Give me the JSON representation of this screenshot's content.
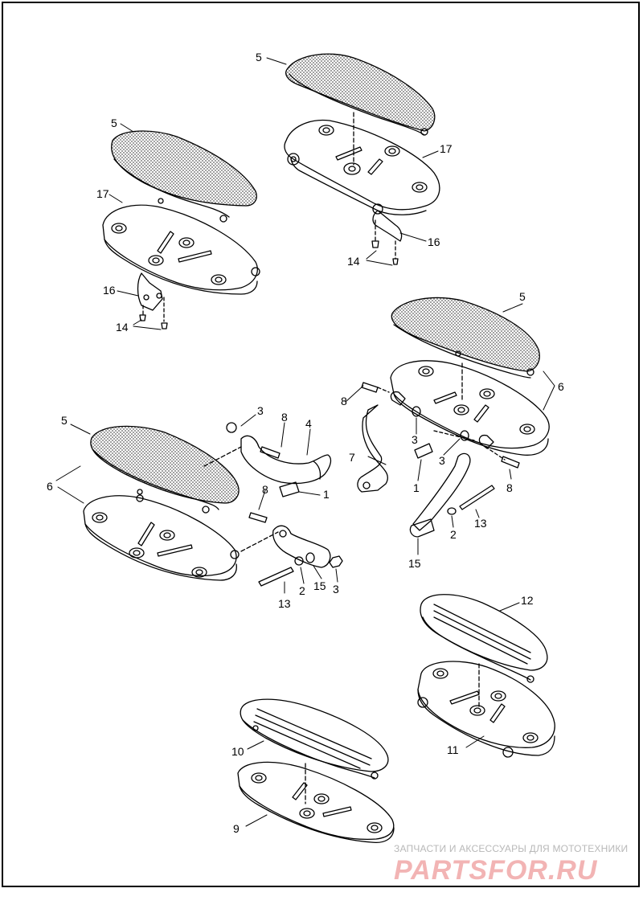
{
  "diagram": {
    "callouts": {
      "c1": "5",
      "c2": "5",
      "c3": "17",
      "c4": "17",
      "c5": "16",
      "c6": "16",
      "c7": "14",
      "c8": "14",
      "c9": "5",
      "c10": "6",
      "c11": "5",
      "c12": "6",
      "c13": "3",
      "c14": "8",
      "c15": "4",
      "c16": "8",
      "c17": "1",
      "c18": "13",
      "c19": "2",
      "c20": "15",
      "c21": "3",
      "c22": "8",
      "c23": "3",
      "c24": "7",
      "c25": "1",
      "c26": "3",
      "c27": "8",
      "c28": "2",
      "c29": "13",
      "c30": "15",
      "c31": "12",
      "c32": "11",
      "c33": "10",
      "c34": "9"
    }
  },
  "watermark": {
    "caption": "ЗАПЧАСТИ И АКСЕССУАРЫ ДЛЯ МОТОТЕХНИКИ",
    "logo": "PARTSFOR.RU"
  },
  "colors": {
    "line": "#000000",
    "watermark_text": "#b8b8b8",
    "watermark_logo": "#f2b4b4"
  }
}
